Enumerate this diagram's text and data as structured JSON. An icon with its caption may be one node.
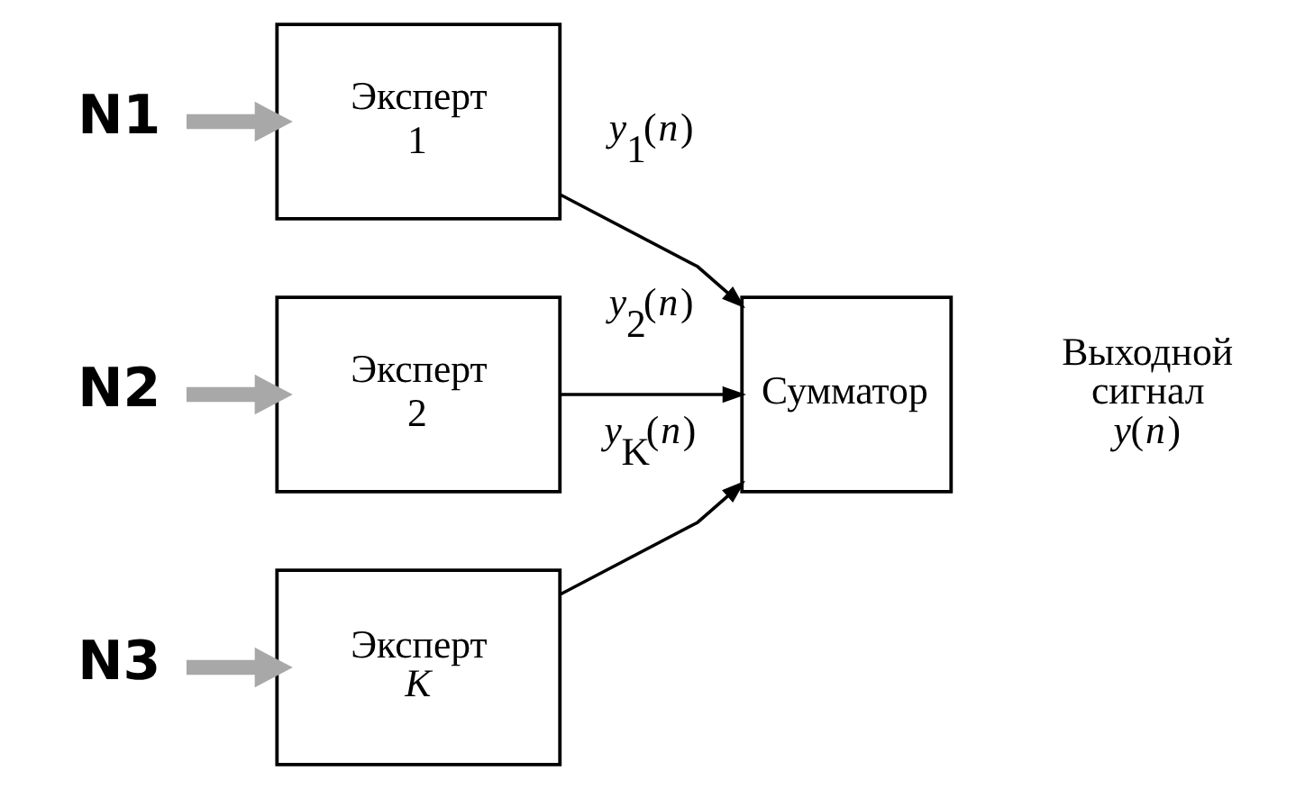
{
  "diagram": {
    "nodes": [
      {
        "text": [
          "N1"
        ]
      },
      {
        "text": [
          "N2"
        ]
      },
      {
        "text": [
          "N3"
        ]
      },
      {
        "text": [
          "Эксперт 1"
        ]
      },
      {
        "text": [
          "Эксперт 2"
        ]
      },
      {
        "text": [
          "Эксперт *K*"
        ]
      },
      {
        "text": [
          "Сумматор"
        ],
        "beside": [
          "Выходной сигнал *y*(*n*)"
        ]
      }
    ],
    "edges": [
      {
        "from": 0,
        "to": 3,
        "arrow": "to",
        "style": "thick",
        "color": "#a8a8a8"
      },
      {
        "from": 1,
        "to": 4,
        "arrow": "to",
        "style": "thick",
        "color": "#a8a8a8"
      },
      {
        "from": 2,
        "to": 5,
        "arrow": "to",
        "style": "thick",
        "color": "#a8a8a8"
      },
      {
        "from": 3,
        "to": 6,
        "arrow": "to",
        "label": "*y*$_{1}$(*n*)",
        "color": "#000000"
      },
      {
        "from": 4,
        "to": 6,
        "arrow": "to",
        "label": "*y*$_{2}$(*n*)",
        "color": "#000000"
      },
      {
        "from": 5,
        "to": 6,
        "arrow": "to",
        "label": "*y*$_{K}$(*n*)",
        "color": "#000000"
      }
    ]
  }
}
